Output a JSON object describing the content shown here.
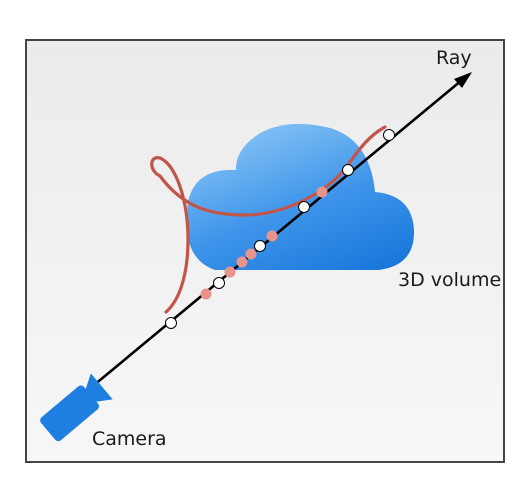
{
  "labels": {
    "ray": "Ray",
    "volume": "3D volume",
    "camera": "Camera"
  },
  "colors": {
    "frame_border": "#444444",
    "background_top": "#ebebeb",
    "background_bottom": "#f7f7f7",
    "cloud_light": "#8ac6f5",
    "cloud_dark": "#1b78db",
    "camera": "#1e7fe0",
    "ray_line": "#000000",
    "density_curve": "#c2554a",
    "sample_point_dense": "#e8948c",
    "sample_point_empty": "#ffffff"
  },
  "icons": {
    "cloud": "cloud-icon",
    "camera": "video-camera-icon",
    "arrowhead": "arrowhead-icon"
  }
}
